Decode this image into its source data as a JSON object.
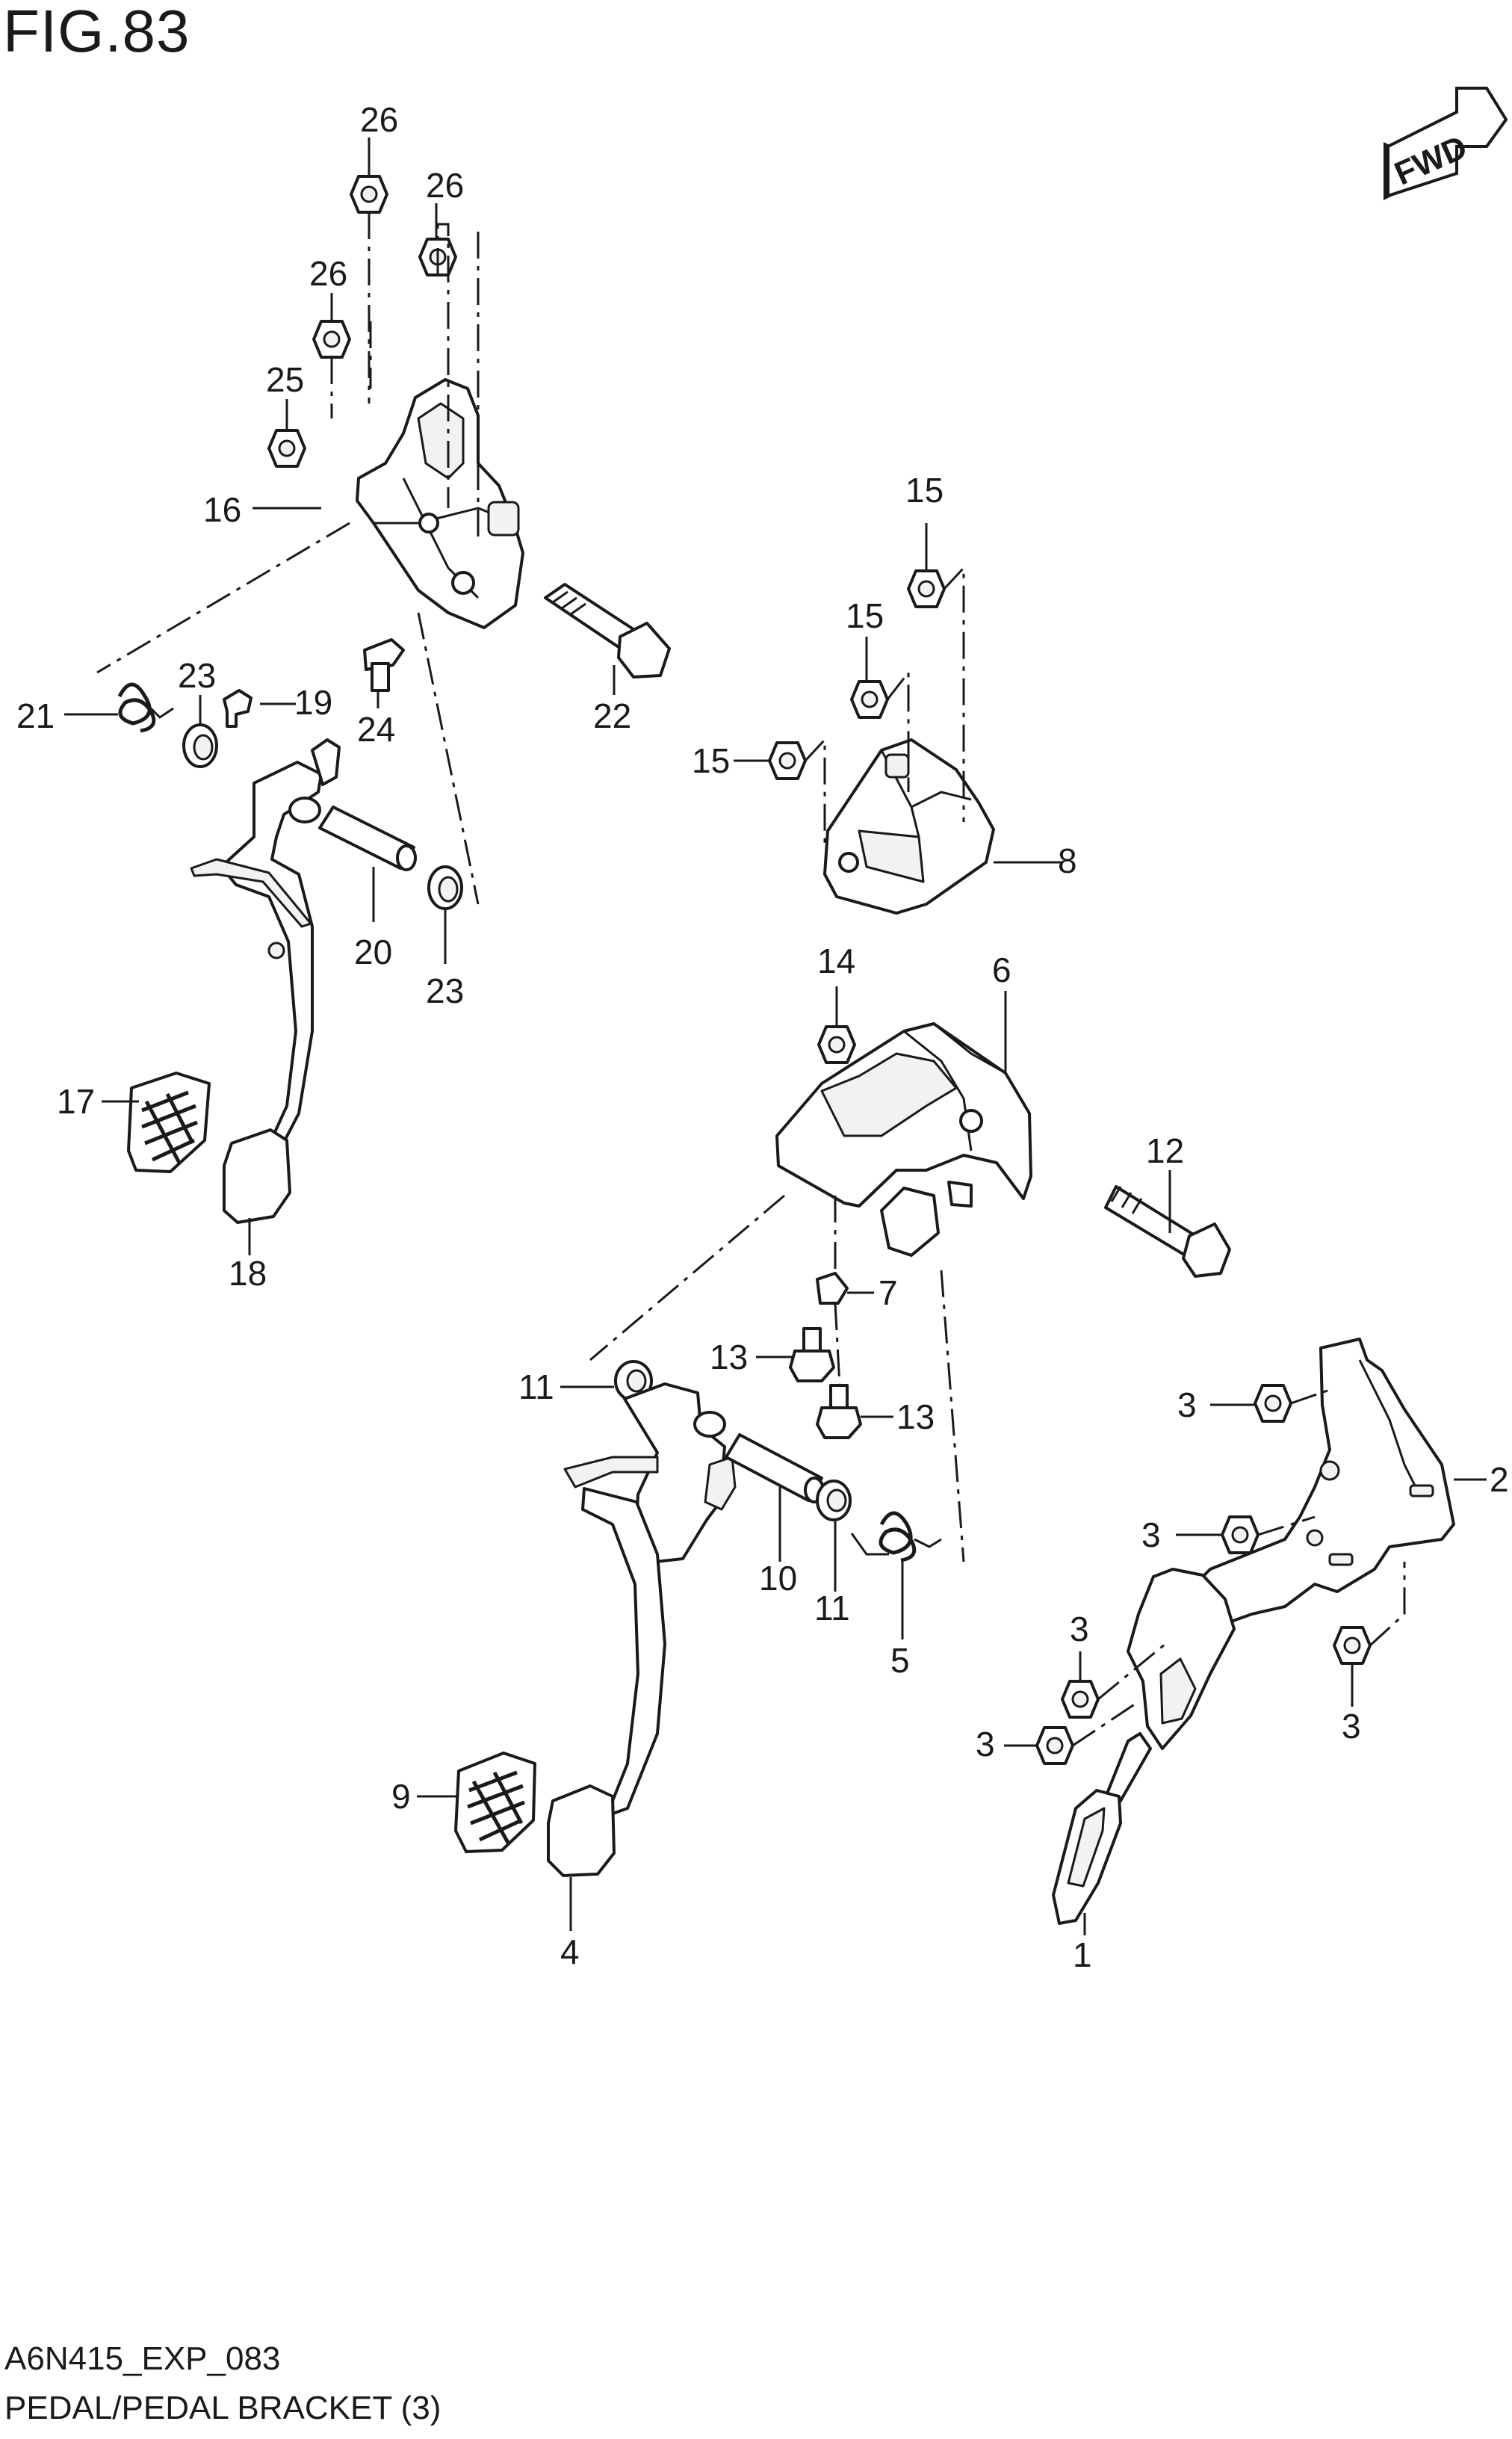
{
  "figure": {
    "title": "FIG.83",
    "code": "A6N415_EXP_083",
    "caption": "PEDAL/PEDAL BRACKET (3)",
    "direction_badge": "FWD",
    "direction_icon": "arrow-right-icon"
  },
  "callouts": [
    {
      "id": "c26a",
      "number": "26"
    },
    {
      "id": "c26b",
      "number": "26"
    },
    {
      "id": "c26c",
      "number": "26"
    },
    {
      "id": "c25",
      "number": "25"
    },
    {
      "id": "c16",
      "number": "16"
    },
    {
      "id": "c21",
      "number": "21"
    },
    {
      "id": "c23a",
      "number": "23"
    },
    {
      "id": "c19",
      "number": "19"
    },
    {
      "id": "c24",
      "number": "24"
    },
    {
      "id": "c22",
      "number": "22"
    },
    {
      "id": "c20",
      "number": "20"
    },
    {
      "id": "c23b",
      "number": "23"
    },
    {
      "id": "c17",
      "number": "17"
    },
    {
      "id": "c18",
      "number": "18"
    },
    {
      "id": "c15a",
      "number": "15"
    },
    {
      "id": "c15b",
      "number": "15"
    },
    {
      "id": "c15c",
      "number": "15"
    },
    {
      "id": "c8",
      "number": "8"
    },
    {
      "id": "c14",
      "number": "14"
    },
    {
      "id": "c6",
      "number": "6"
    },
    {
      "id": "c12",
      "number": "12"
    },
    {
      "id": "c7",
      "number": "7"
    },
    {
      "id": "c13a",
      "number": "13"
    },
    {
      "id": "c13b",
      "number": "13"
    },
    {
      "id": "c11a",
      "number": "11"
    },
    {
      "id": "c10",
      "number": "10"
    },
    {
      "id": "c11b",
      "number": "11"
    },
    {
      "id": "c5",
      "number": "5"
    },
    {
      "id": "c9",
      "number": "9"
    },
    {
      "id": "c4",
      "number": "4"
    },
    {
      "id": "c3a",
      "number": "3"
    },
    {
      "id": "c2",
      "number": "2"
    },
    {
      "id": "c3b",
      "number": "3"
    },
    {
      "id": "c3c",
      "number": "3"
    },
    {
      "id": "c3d",
      "number": "3"
    },
    {
      "id": "c3e",
      "number": "3"
    },
    {
      "id": "c1",
      "number": "1"
    }
  ]
}
